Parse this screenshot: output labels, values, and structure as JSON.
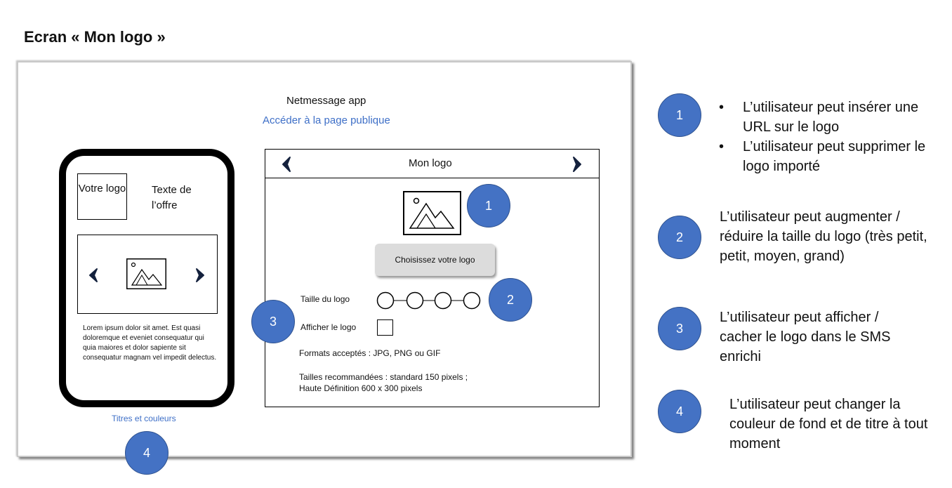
{
  "screen": {
    "title": "Ecran « Mon logo »"
  },
  "app": {
    "name": "Netmessage app",
    "public_link": "Accéder à la page publique"
  },
  "phone": {
    "logo_label": "Votre logo",
    "offer_label": "Texte de l’offre",
    "body_text": "Lorem ipsum dolor sit amet. Est quasi doloremque et eveniet consequatur qui quia maiores et dolor sapiente sit consequatur magnam vel impedit delectus.",
    "footer_link": "Titres et couleurs"
  },
  "panel": {
    "title": "Mon logo",
    "choose_button": "Choisissez votre logo",
    "size_label": "Taille du logo",
    "show_label": "Afficher le logo",
    "formats": "Formats acceptés : JPG, PNG ou GIF",
    "sizes": "Tailles recommandées : standard 150 pixels ; Haute Définition 600 x 300 pixels"
  },
  "badges": [
    "1",
    "2",
    "3",
    "4"
  ],
  "notes": {
    "n1": [
      "L’utilisateur peut insérer une URL sur le logo",
      "L’utilisateur peut supprimer le logo importé"
    ],
    "n2": "L’utilisateur peut augmenter / réduire la taille du logo (très petit, petit, moyen, grand)",
    "n3": "L’utilisateur peut afficher / cacher le logo dans le SMS enrichi",
    "n4": "L’utilisateur peut changer la couleur de fond et de titre à tout moment"
  },
  "colors": {
    "accent": "#4472c4",
    "link": "#3e6fc7",
    "button": "#dcdcdc"
  },
  "icons": [
    "image-placeholder-icon",
    "chevron-left-icon",
    "chevron-right-icon"
  ]
}
